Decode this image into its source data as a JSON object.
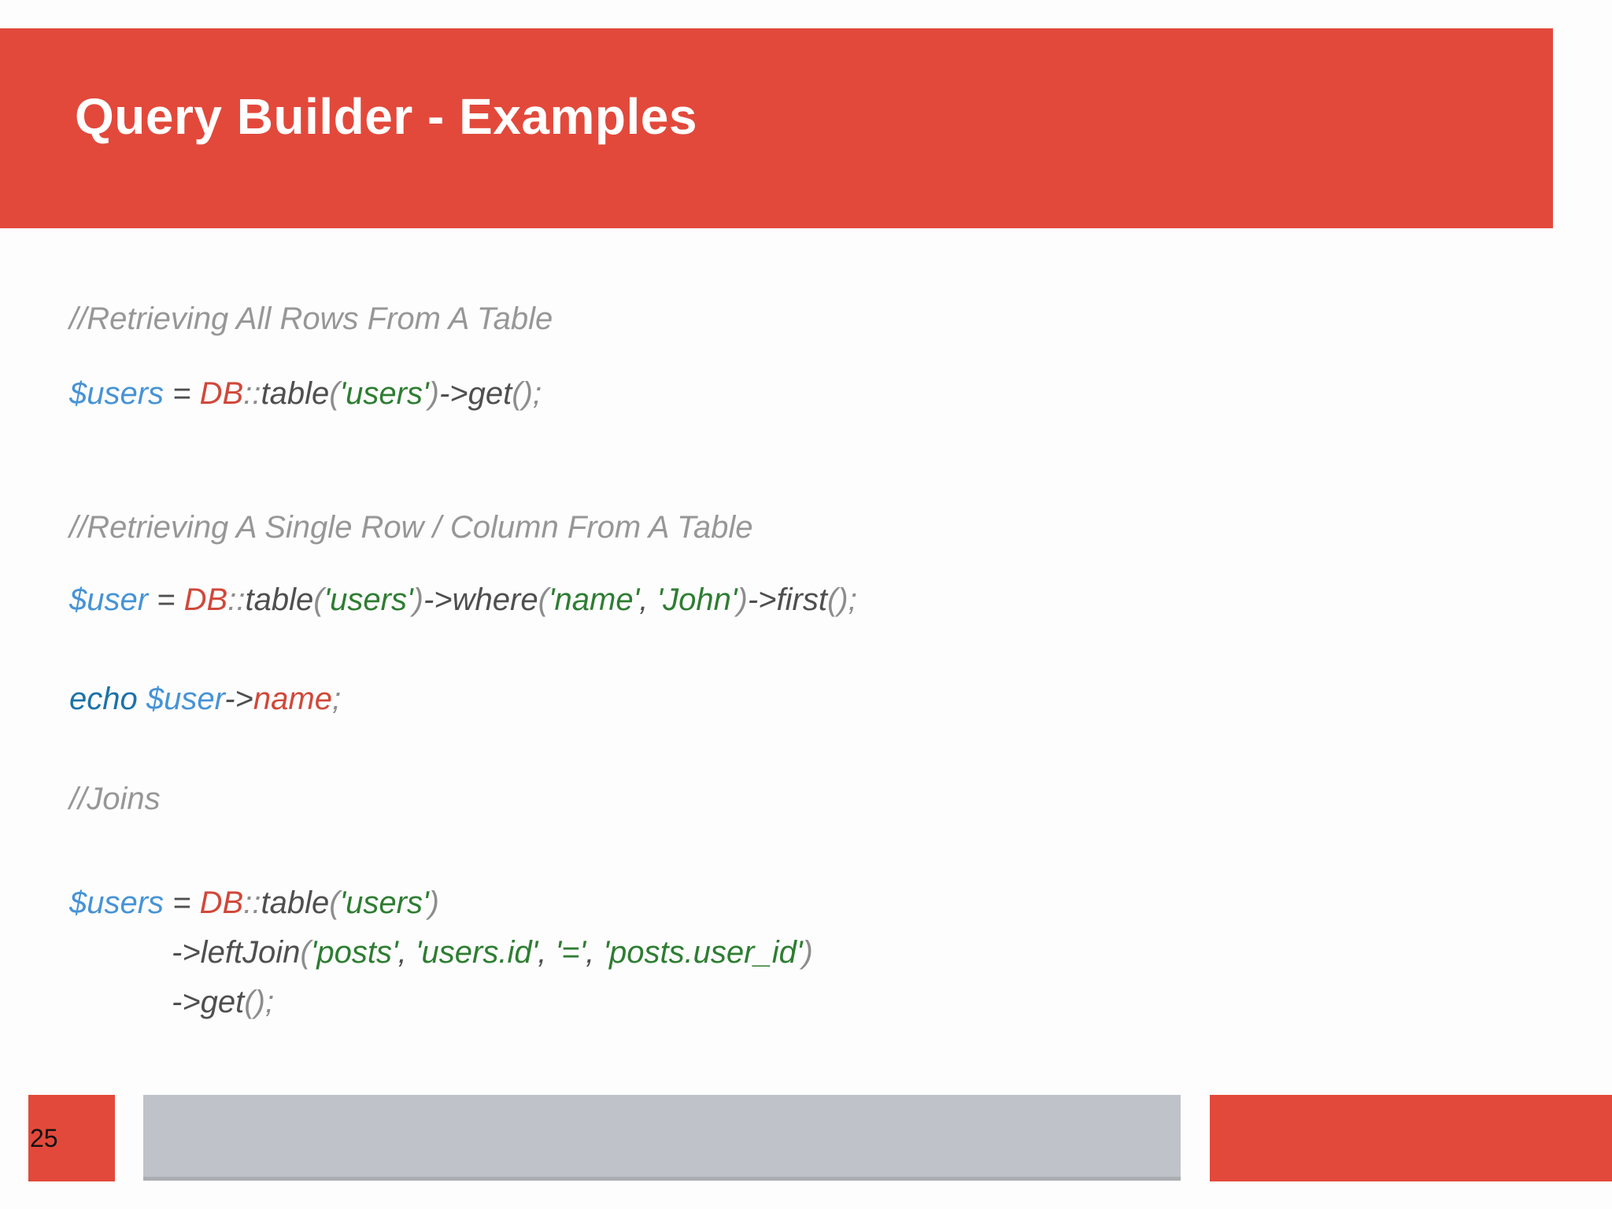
{
  "slide": {
    "title": "Query Builder - Examples",
    "page_number": "25"
  },
  "colors": {
    "accent_red": "#E2493B",
    "footer_gray": "#BFC2C8",
    "comment_gray": "#979797",
    "code_dark": "#4F4F4F",
    "punct_gray": "#8D8D8D",
    "var_blue": "#4793D5",
    "keyword_blue": "#1C73A8",
    "member_red": "#D0483A",
    "string_green": "#2E7D32"
  },
  "code": {
    "sections": [
      {
        "comment": "//Retrieving All Rows From A Table",
        "lines": [
          [
            {
              "t": "$users",
              "c": "var_blue"
            },
            {
              "t": " = ",
              "c": "code_dark"
            },
            {
              "t": "DB",
              "c": "member_red"
            },
            {
              "t": "::",
              "c": "punct_gray"
            },
            {
              "t": "table",
              "c": "code_dark"
            },
            {
              "t": "(",
              "c": "punct_gray"
            },
            {
              "t": "'users'",
              "c": "string_green"
            },
            {
              "t": ")",
              "c": "punct_gray"
            },
            {
              "t": "->get",
              "c": "code_dark"
            },
            {
              "t": "();",
              "c": "punct_gray"
            }
          ]
        ]
      },
      {
        "comment": "//Retrieving A Single Row / Column From A Table",
        "lines": [
          [
            {
              "t": "$user",
              "c": "var_blue"
            },
            {
              "t": " = ",
              "c": "code_dark"
            },
            {
              "t": "DB",
              "c": "member_red"
            },
            {
              "t": "::",
              "c": "punct_gray"
            },
            {
              "t": "table",
              "c": "code_dark"
            },
            {
              "t": "(",
              "c": "punct_gray"
            },
            {
              "t": "'users'",
              "c": "string_green"
            },
            {
              "t": ")",
              "c": "punct_gray"
            },
            {
              "t": "->where",
              "c": "code_dark"
            },
            {
              "t": "(",
              "c": "punct_gray"
            },
            {
              "t": "'name'",
              "c": "string_green"
            },
            {
              "t": ", ",
              "c": "code_dark"
            },
            {
              "t": "'John'",
              "c": "string_green"
            },
            {
              "t": ")",
              "c": "punct_gray"
            },
            {
              "t": "->first",
              "c": "code_dark"
            },
            {
              "t": "();",
              "c": "punct_gray"
            }
          ],
          [
            {
              "t": "echo ",
              "c": "keyword_blue"
            },
            {
              "t": "$user",
              "c": "var_blue"
            },
            {
              "t": "->",
              "c": "code_dark"
            },
            {
              "t": "name",
              "c": "member_red"
            },
            {
              "t": ";",
              "c": "punct_gray"
            }
          ]
        ]
      },
      {
        "comment": "//Joins",
        "lines": [
          [
            {
              "t": "$users",
              "c": "var_blue"
            },
            {
              "t": " = ",
              "c": "code_dark"
            },
            {
              "t": "DB",
              "c": "member_red"
            },
            {
              "t": "::",
              "c": "punct_gray"
            },
            {
              "t": "table",
              "c": "code_dark"
            },
            {
              "t": "(",
              "c": "punct_gray"
            },
            {
              "t": "'users'",
              "c": "string_green"
            },
            {
              "t": ")",
              "c": "punct_gray"
            }
          ],
          [
            {
              "t": "->leftJoin",
              "c": "code_dark"
            },
            {
              "t": "(",
              "c": "punct_gray"
            },
            {
              "t": "'posts'",
              "c": "string_green"
            },
            {
              "t": ", ",
              "c": "code_dark"
            },
            {
              "t": "'users.id'",
              "c": "string_green"
            },
            {
              "t": ", ",
              "c": "code_dark"
            },
            {
              "t": "'='",
              "c": "string_green"
            },
            {
              "t": ", ",
              "c": "code_dark"
            },
            {
              "t": "'posts.user_id'",
              "c": "string_green"
            },
            {
              "t": ")",
              "c": "punct_gray"
            }
          ],
          [
            {
              "t": "->get",
              "c": "code_dark"
            },
            {
              "t": "();",
              "c": "punct_gray"
            }
          ]
        ]
      }
    ]
  }
}
